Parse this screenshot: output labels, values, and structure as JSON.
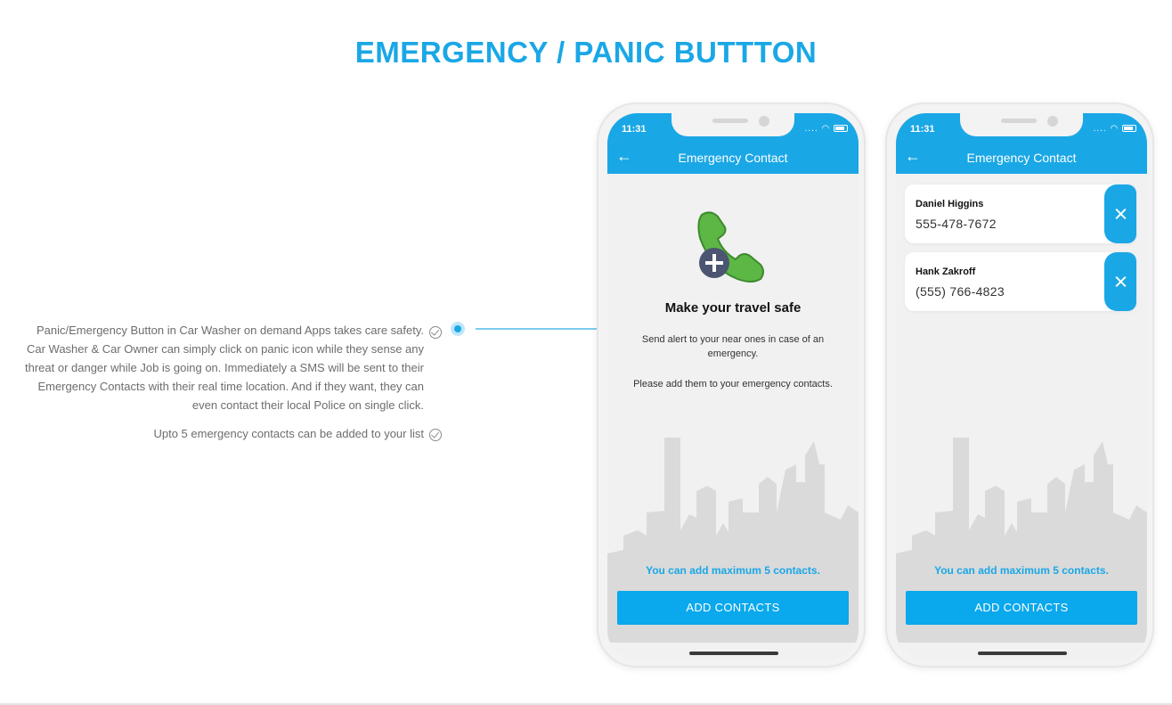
{
  "page": {
    "title": "EMERGENCY / PANIC BUTTTON",
    "description": "Panic/Emergency Button in Car Washer on demand Apps takes care safety. Car Washer & Car Owner can simply click on panic icon while they sense any threat or danger while Job is going on. Immediately a SMS will be sent to their Emergency Contacts with their real time location. And if they want, they can even contact their local Police on single click.",
    "note": "Upto 5 emergency contacts can be added to your list"
  },
  "phones": [
    {
      "time": "11:31",
      "title": "Emergency Contact",
      "back_icon": "arrow-left-icon",
      "empty_title": "Make your travel safe",
      "empty_subtitle": "Send alert to your near ones in case of an emergency.",
      "empty_subtitle2": "Please add them to your emergency contacts.",
      "max_note": "You can add maximum 5 contacts.",
      "button_label": "ADD CONTACTS"
    },
    {
      "time": "11:31",
      "title": "Emergency Contact",
      "back_icon": "arrow-left-icon",
      "contacts": [
        {
          "name": "Daniel Higgins",
          "phone": "555-478-7672"
        },
        {
          "name": "Hank Zakroff",
          "phone": "(555) 766-4823"
        }
      ],
      "max_note": "You can add maximum 5 contacts.",
      "button_label": "ADD CONTACTS"
    }
  ],
  "colors": {
    "accent": "#1aa7e6",
    "button": "#0aa8ec",
    "text": "#6d6d6d",
    "phone_green": "#5cb744"
  }
}
